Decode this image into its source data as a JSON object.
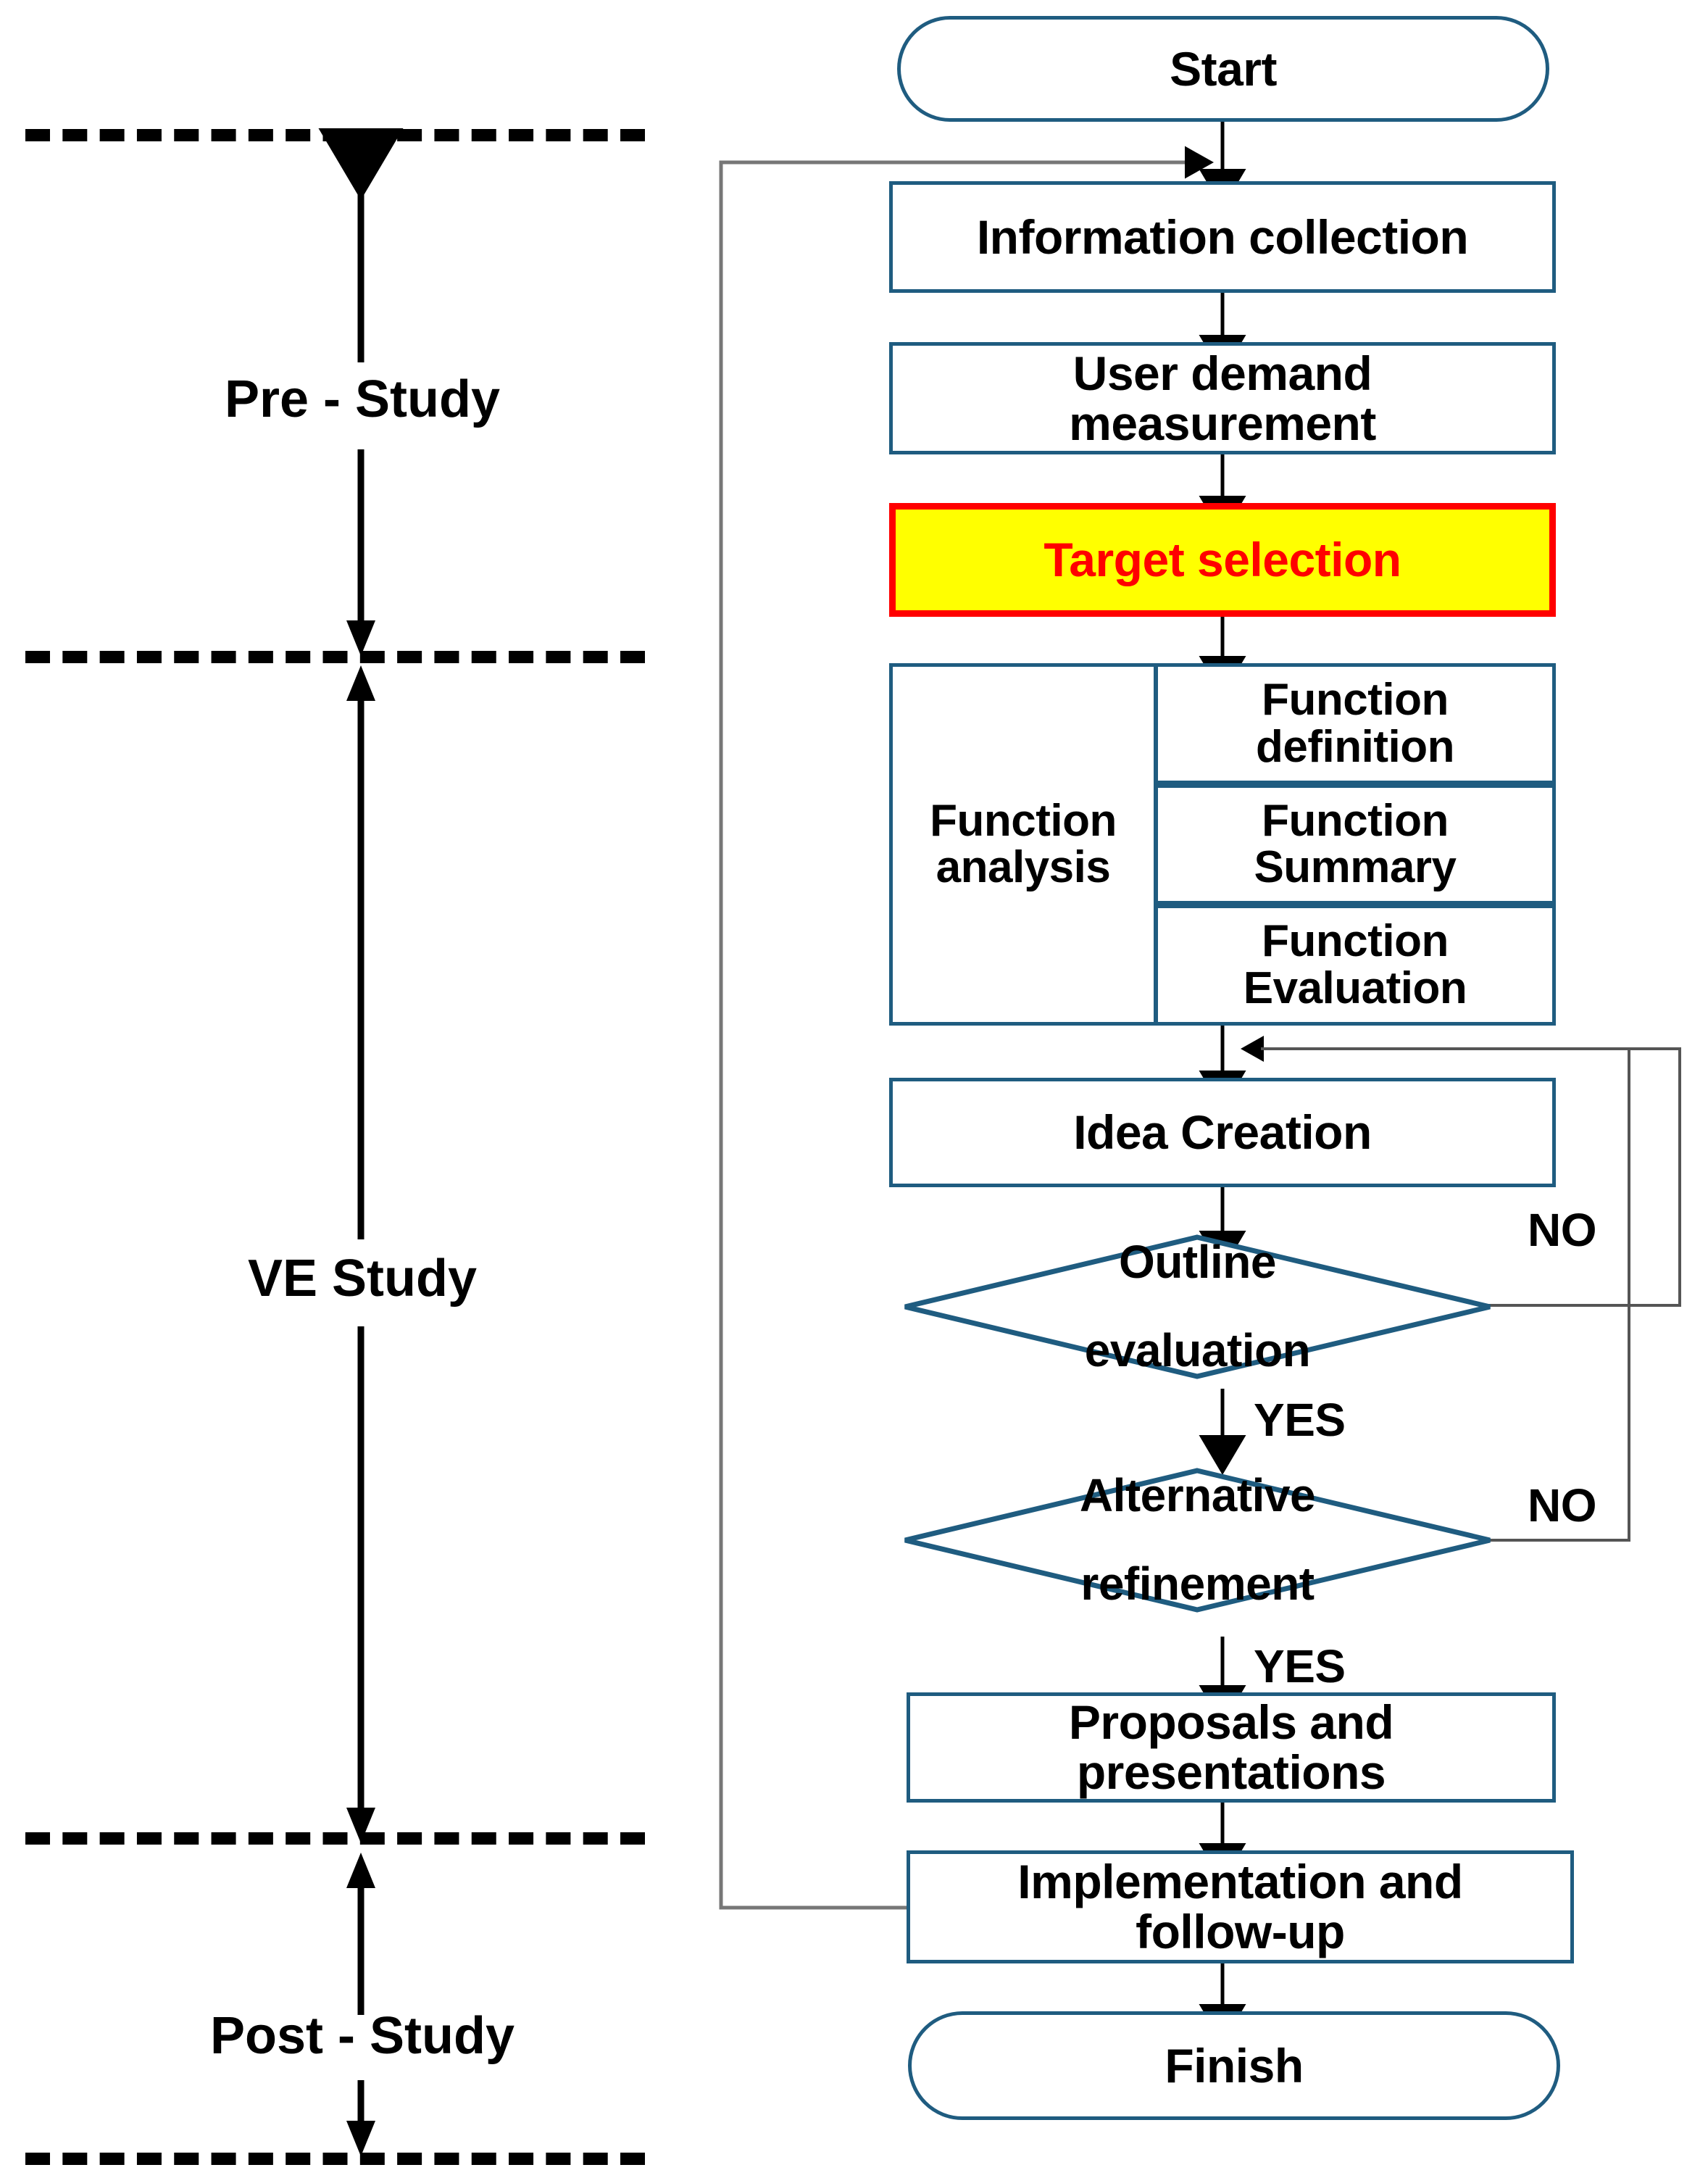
{
  "diagram": {
    "title": "VE Study Flowchart",
    "accent_border": "#1F5C80",
    "highlight_fill": "#FFFF00",
    "highlight_border": "#FF0000",
    "highlight_text": "#FF0000"
  },
  "phases": [
    {
      "label": "Pre - Study"
    },
    {
      "label": "VE Study"
    },
    {
      "label": "Post - Study"
    }
  ],
  "nodes": {
    "start": "Start",
    "information_collection": "Information collection",
    "user_demand_measurement": "User demand\nmeasurement",
    "target_selection": "Target selection",
    "function_analysis": "Function\nanalysis",
    "function_definition": "Function\ndefinition",
    "function_summary": "Function\nSummary",
    "function_evaluation": "Function\nEvaluation",
    "idea_creation": "Idea Creation",
    "outline_evaluation": "Outline\nevaluation",
    "alternative_refinement": "Alternative\nrefinement",
    "proposals_and_presentations": "Proposals and\npresentations",
    "implementation_and_follow_up": "Implementation and\nfollow-up",
    "finish": "Finish"
  },
  "edge_labels": {
    "outline_no": "NO",
    "outline_yes": "YES",
    "alternative_no": "NO",
    "alternative_yes": "YES"
  },
  "flow": {
    "sequence": [
      "Start",
      "Information collection",
      "User demand measurement",
      "Target selection",
      "Function analysis",
      "Idea Creation",
      "Outline evaluation",
      "Alternative refinement",
      "Proposals and presentations",
      "Implementation and follow-up",
      "Finish"
    ],
    "loops": [
      {
        "from": "Outline evaluation",
        "label": "NO",
        "to": "Idea Creation"
      },
      {
        "from": "Alternative refinement",
        "label": "NO",
        "to": "Idea Creation"
      },
      {
        "from": "Implementation and follow-up",
        "label": "",
        "to": "Information collection"
      }
    ]
  }
}
